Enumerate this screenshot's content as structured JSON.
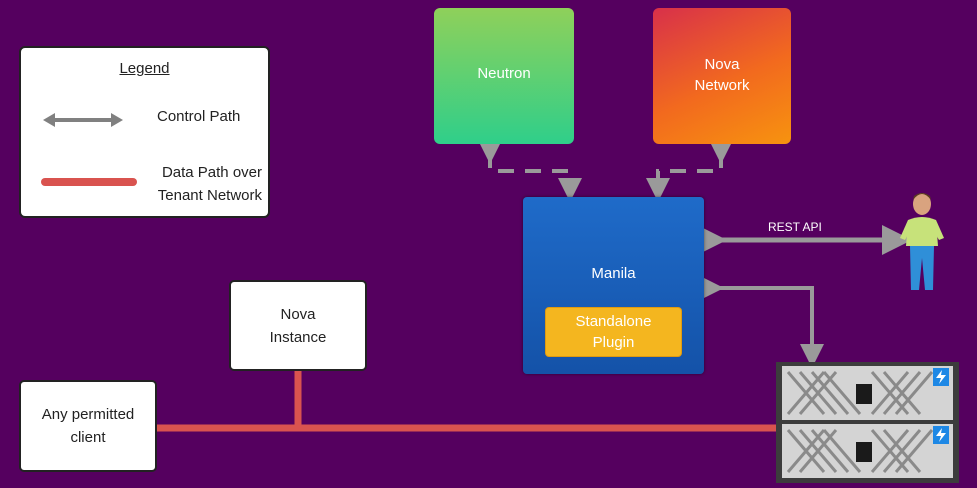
{
  "legend": {
    "title": "Legend",
    "control_path": "Control Path",
    "data_path_line1": "Data Path over",
    "data_path_line2": "Tenant Network"
  },
  "nodes": {
    "neutron": "Neutron",
    "nova_network_line1": "Nova",
    "nova_network_line2": "Network",
    "manila": "Manila",
    "plugin_line1": "Standalone",
    "plugin_line2": "Plugin",
    "nova_instance_line1": "Nova",
    "nova_instance_line2": "Instance",
    "client_line1": "Any permitted",
    "client_line2": "client"
  },
  "edges": {
    "rest_api": "REST API"
  },
  "colors": {
    "background": "#55005f",
    "control_path": "#9a9a9a",
    "data_path": "#d9534f"
  }
}
